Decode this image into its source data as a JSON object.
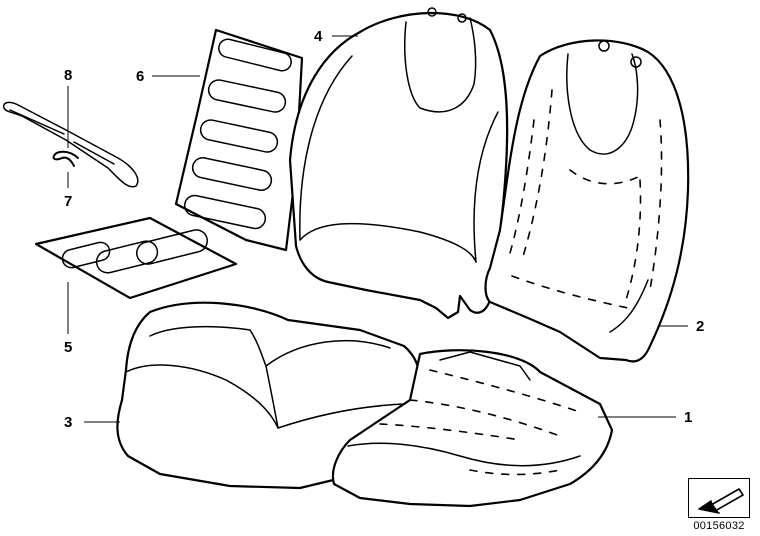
{
  "callouts": [
    {
      "id": "1",
      "label": "1"
    },
    {
      "id": "2",
      "label": "2"
    },
    {
      "id": "3",
      "label": "3"
    },
    {
      "id": "4",
      "label": "4"
    },
    {
      "id": "5",
      "label": "5"
    },
    {
      "id": "6",
      "label": "6"
    },
    {
      "id": "7",
      "label": "7"
    },
    {
      "id": "8",
      "label": "8"
    }
  ],
  "diagram_code": "00156032",
  "icons": {
    "badge": "arrow-down-left-icon"
  },
  "colors": {
    "line": "#000000",
    "background": "#ffffff"
  }
}
